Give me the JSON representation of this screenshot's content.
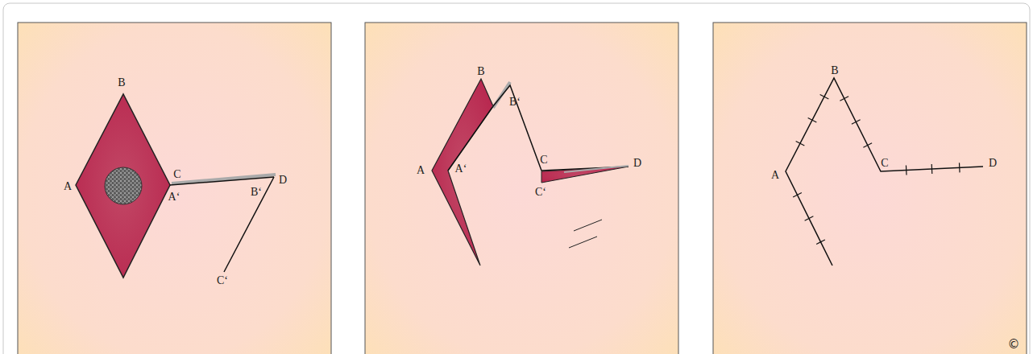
{
  "diagram": {
    "labels": [
      "B",
      "A",
      "C",
      "A‘",
      "D",
      "B‘",
      "C‘",
      "B",
      "B‘",
      "A",
      "A‘",
      "C",
      "C‘",
      "D",
      "B",
      "A",
      "C",
      "D",
      "©"
    ]
  }
}
